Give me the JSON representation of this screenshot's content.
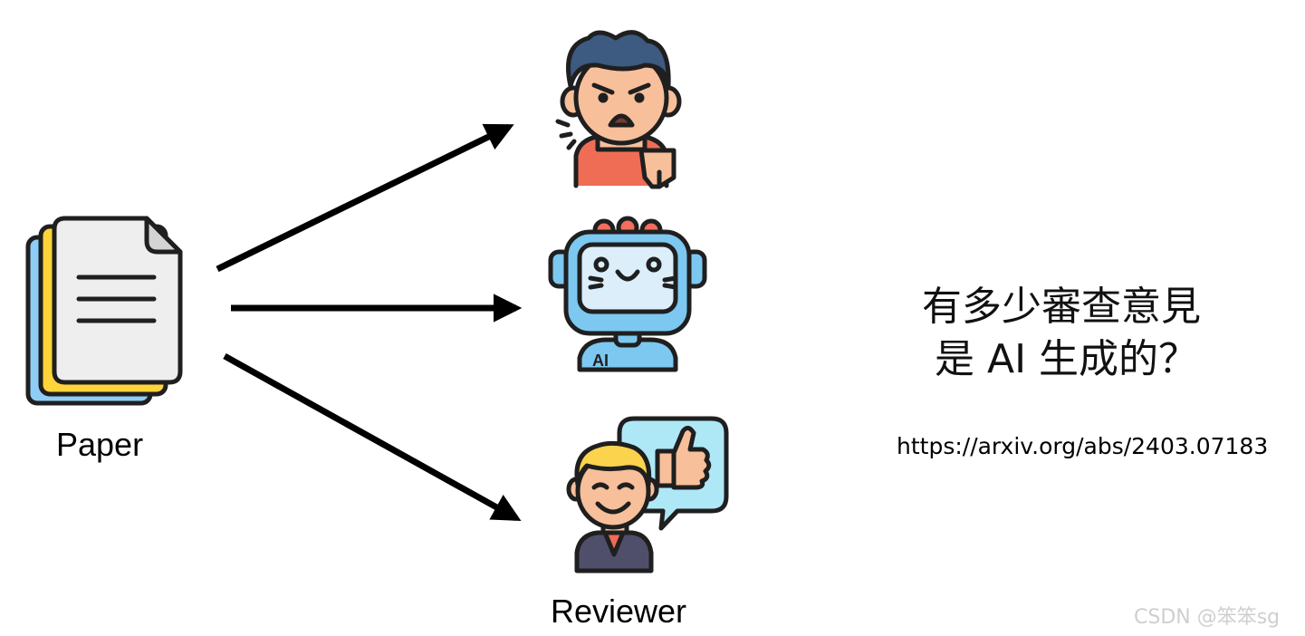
{
  "labels": {
    "paper": "Paper",
    "reviewer": "Reviewer",
    "question_line1": "有多少審查意見",
    "question_line2": "是 AI 生成的？",
    "url": "https://arxiv.org/abs/2403.07183",
    "watermark": "CSDN @笨笨sg"
  },
  "robot_badge": "AI",
  "icons": [
    "paper-stack-icon",
    "angry-reviewer-icon",
    "robot-reviewer-icon",
    "happy-reviewer-icon",
    "thumbs-up-bubble-icon"
  ],
  "colors": {
    "outline": "#1f1f1f",
    "paper_blue": "#8ecdf5",
    "paper_yellow": "#ffd43b",
    "paper_page": "#eeeeef",
    "skin": "#f7bf9a",
    "angry_hair": "#3d5a80",
    "angry_shirt": "#ef6d55",
    "robot_blue": "#7cc8f0",
    "robot_red": "#f46d5d",
    "happy_hair": "#fcd34d",
    "suit": "#4f4f6b",
    "bubble": "#aee8f7"
  }
}
